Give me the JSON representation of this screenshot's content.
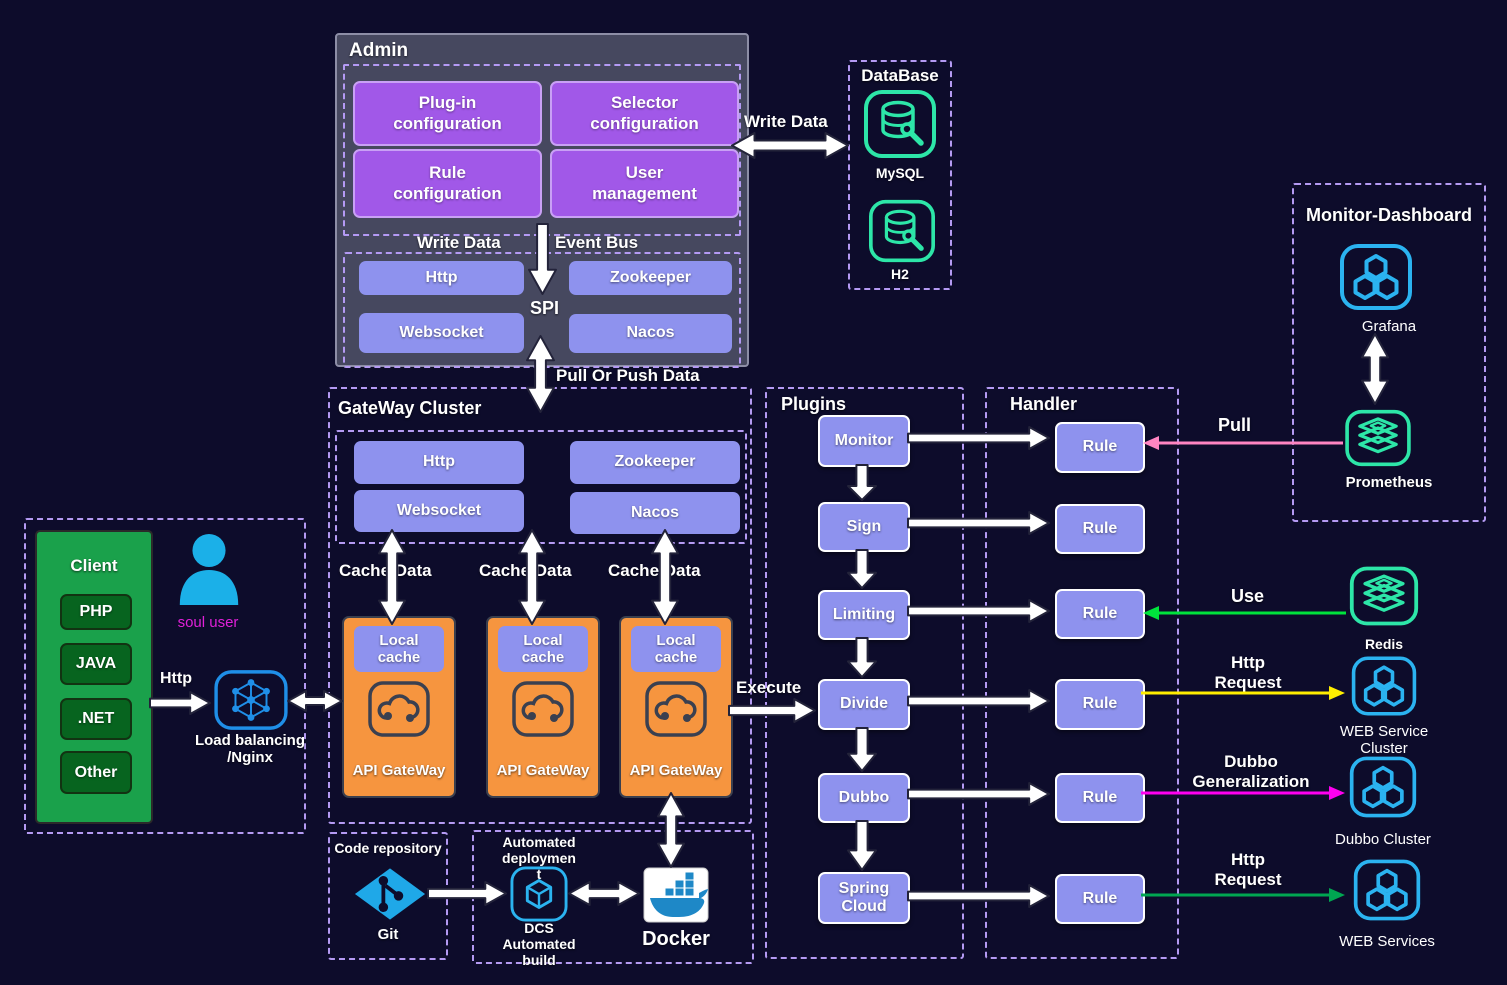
{
  "colors": {
    "background": "#0d0c2b",
    "dashed_border": "#b49af3",
    "periwinkle_box": "#8e92ee",
    "purple_box": "#a158e8",
    "orange_box": "#f6953f",
    "green_panel": "#1aa14b",
    "teal_icon": "#2de6a8",
    "blue_icon": "#2bb3f0",
    "pull_arrow": "#ff85c2",
    "use_arrow": "#00e43c",
    "http_request_arrow": "#ffee00",
    "dubbo_arrow": "#ff00f0",
    "http_request2_arrow": "#00a651",
    "soul_user_text": "#e020d8"
  },
  "admin": {
    "title": "Admin",
    "config_boxes": [
      "Plug-in configuration",
      "Selector configuration",
      "Rule configuration",
      "User management"
    ],
    "write_data_label": "Write Data",
    "event_bus_label": "Event Bus",
    "sync_channels": [
      "Http",
      "Websocket",
      "Zookeeper",
      "Nacos"
    ],
    "spi_label": "SPI"
  },
  "database": {
    "title": "DataBase",
    "mysql_label": "MySQL",
    "h2_label": "H2",
    "write_data_label": "Write Data"
  },
  "monitor_dashboard": {
    "title": "Monitor-Dashboard",
    "grafana_label": "Grafana",
    "prometheus_label": "Prometheus",
    "pull_label": "Pull"
  },
  "gateway": {
    "title": "GateWay Cluster",
    "pull_or_push_label": "Pull Or Push Data",
    "sync_channels": [
      "Http",
      "Websocket",
      "Zookeeper",
      "Nacos"
    ],
    "cache_data_label": "Cache Data",
    "local_cache_label": "Local cache",
    "api_gateway_label": "API GateWay",
    "execute_label": "Execute"
  },
  "client": {
    "title": "Client",
    "languages": [
      "PHP",
      "JAVA",
      ".NET",
      "Other"
    ],
    "user_label": "soul user",
    "http_label": "Http",
    "load_balancer_label": "Load balancing /Nginx"
  },
  "plugins": {
    "title": "Plugins",
    "items": [
      "Monitor",
      "Sign",
      "Limiting",
      "Divide",
      "Dubbo",
      "Spring Cloud"
    ]
  },
  "handler": {
    "title": "Handler",
    "rule_label": "Rule"
  },
  "integrations": {
    "use_label": "Use",
    "redis_label": "Redis",
    "http_request_label": "Http Request",
    "web_service_cluster_label": "WEB Service Cluster",
    "dubbo_generalization_label": "Dubbo Generalization",
    "dubbo_cluster_label": "Dubbo Cluster",
    "web_services_label": "WEB Services"
  },
  "devops": {
    "code_repository_title": "Code repository",
    "git_label": "Git",
    "automated_deployment_title": "Automated deployment",
    "dcs_label": "DCS Automated build",
    "docker_label": "Docker"
  }
}
